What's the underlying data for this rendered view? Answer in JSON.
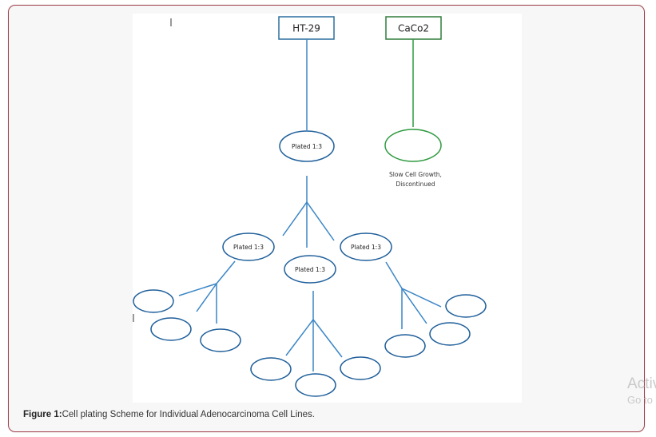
{
  "diagram": {
    "boxes": {
      "ht29": "HT-29",
      "caco2": "CaCo2"
    },
    "plated_labels": {
      "root": "Plated 1:3",
      "left": "Plated 1:3",
      "middle": "Plated 1:3",
      "right": "Plated 1:3"
    },
    "caco2_note": {
      "line1": "Slow Cell Growth,",
      "line2": "Discontinued"
    },
    "colors": {
      "ht29_line": "#3b86c6",
      "caco2_line": "#2f9a40",
      "box_border_ht29": "#2a6f9e",
      "box_border_caco2": "#2f7d3a",
      "oval_stroke": "#1f5f9a"
    }
  },
  "caption": {
    "prefix": "Figure 1:",
    "text": "Cell plating Scheme for Individual Adenocarcinoma Cell Lines."
  },
  "watermark": {
    "line1": "Activ",
    "line2": "Go to"
  }
}
